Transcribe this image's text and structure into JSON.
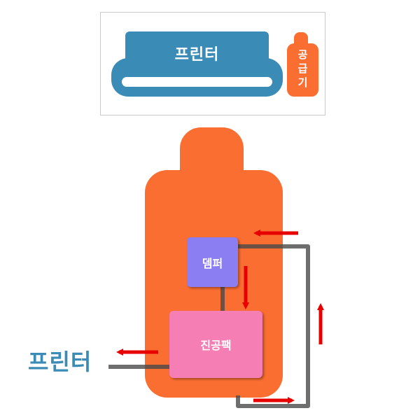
{
  "colors": {
    "printer": "#3a8bb5",
    "supplier": "#fb6e32",
    "tank": "#fb6e32",
    "damper": "#8b7ef2",
    "vacuum_pack": "#f57fb4",
    "pipe": "#4a4a4a",
    "arrow": "#e60000"
  },
  "overview": {
    "printer_label": "프린터",
    "supplier_chars": [
      "공",
      "급",
      "기"
    ]
  },
  "detail": {
    "damper_label": "뎀퍼",
    "vacuum_pack_label": "진공팩",
    "printer_label": "프린터"
  }
}
